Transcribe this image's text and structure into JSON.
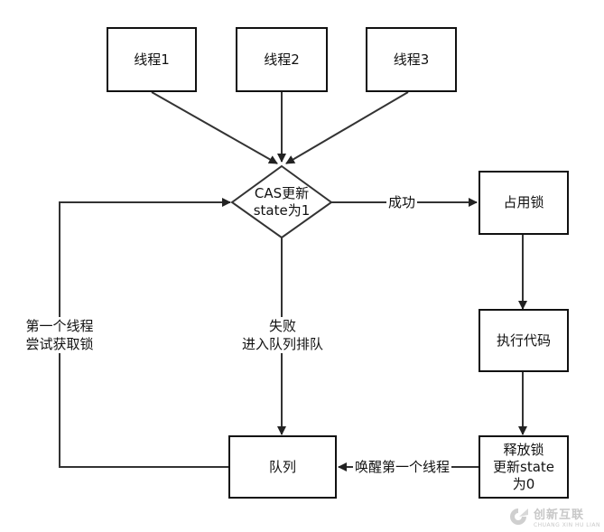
{
  "nodes": {
    "thread1": "线程1",
    "thread2": "线程2",
    "thread3": "线程3",
    "cas": "CAS更新\nstate为1",
    "occupy_lock": "占用锁",
    "execute_code": "执行代码",
    "release_lock": "释放锁\n更新state\n为0",
    "queue": "队列"
  },
  "edges": {
    "success": "成功",
    "fail": "失败\n进入队列排队",
    "wake_first": "唤醒第一个线程",
    "first_retry": "第一个线程\n尝试获取锁"
  },
  "watermark": {
    "brand": "创新互联",
    "sub": "CHUANG XIN HU LIAN"
  }
}
